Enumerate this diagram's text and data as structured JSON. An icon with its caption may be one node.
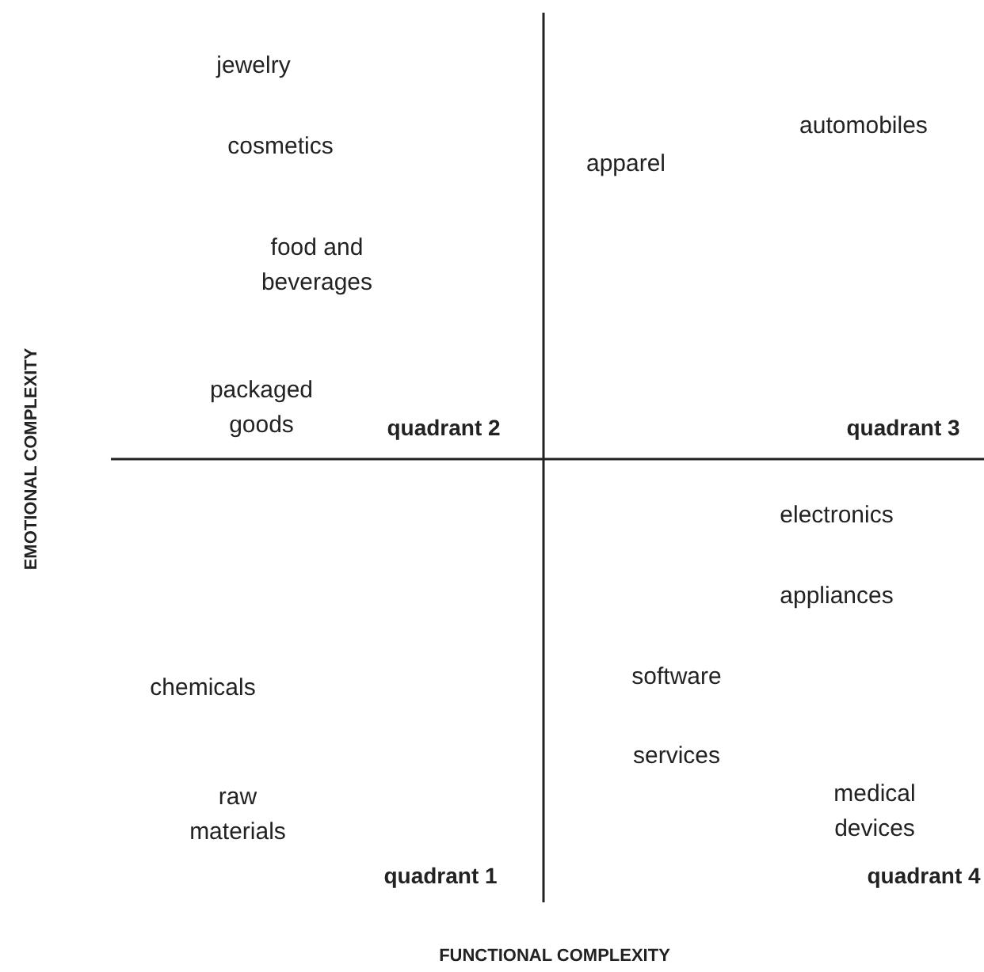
{
  "diagram": {
    "labels": [
      "jewelry",
      "cosmetics",
      "automobiles",
      "apparel",
      "food and beverages",
      "EMOTIONAL COMPLEXITY",
      "packaged goods",
      "quadrant 2",
      "quadrant 3",
      "electronics",
      "appliances",
      "software",
      "chemicals",
      "services",
      "raw materials",
      "medical devices",
      "quadrant 1",
      "quadrant 4",
      "FUNCTIONAL COMPLEXITY"
    ]
  }
}
